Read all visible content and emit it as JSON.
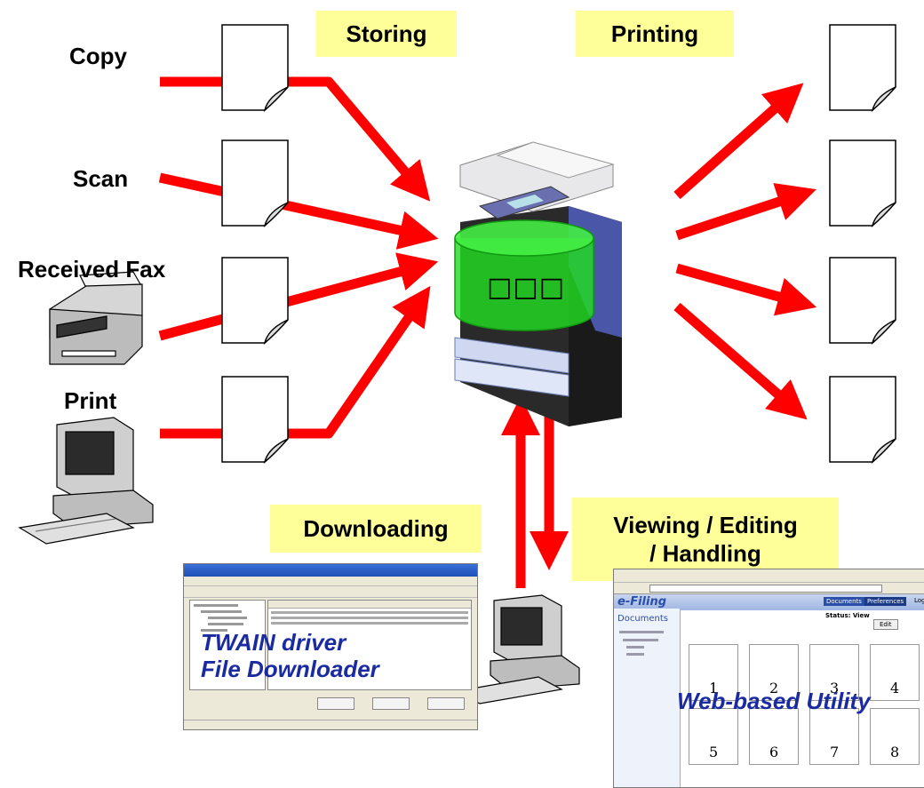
{
  "labels": {
    "copy": "Copy",
    "scan": "Scan",
    "received_fax": "Received Fax",
    "print": "Print"
  },
  "flows": {
    "storing": "Storing",
    "printing": "Printing",
    "downloading": "Downloading",
    "viewing_line1": "Viewing / Editing",
    "viewing_line2": "/ Handling"
  },
  "apps": {
    "twain_line1": "TWAIN driver",
    "twain_line2": "File Downloader",
    "web_utility": "Web-based Utility"
  },
  "mfp_display": "□□□",
  "web_ui": {
    "brand": "e-Filing",
    "documents_tab": "Documents",
    "preferences_tab": "Preferences",
    "logout": "Logo",
    "sidebar_title": "Documents",
    "status": "Status: View",
    "edit": "Edit",
    "thumb_numbers": [
      "1",
      "2",
      "3",
      "4",
      "5",
      "6",
      "7",
      "8"
    ]
  },
  "colors": {
    "arrow": "#ff0000",
    "label_box": "#ffff99",
    "storage_cylinder": "#22dd22",
    "app_text": "#1a2aa0"
  }
}
